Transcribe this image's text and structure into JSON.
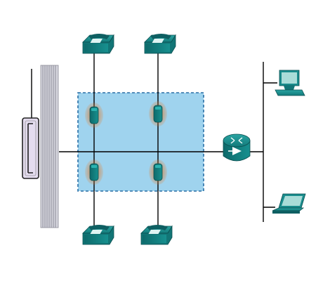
{
  "diagram": {
    "colors": {
      "zone_fill": "#9fd3ee",
      "zone_border": "#2a6fa6",
      "device_teal": "#1a8c8c",
      "device_teal_dark": "#0e5f62",
      "adapter_glow": "#e07a2a",
      "line": "#000000",
      "patch_panel": "#c8c8d0",
      "pbx_body": "#e4dcee"
    },
    "devices": [
      {
        "id": "pbx",
        "icon": "pbx-icon"
      },
      {
        "id": "patch-panel",
        "icon": "patch-panel-icon"
      },
      {
        "id": "router",
        "icon": "router-icon"
      },
      {
        "id": "switch-bus",
        "icon": "lan-segment"
      },
      {
        "id": "ip-phone-top-left",
        "icon": "ip-phone-icon"
      },
      {
        "id": "ip-phone-top-right",
        "icon": "ip-phone-icon"
      },
      {
        "id": "ip-phone-bottom-left",
        "icon": "ip-phone-icon"
      },
      {
        "id": "ip-phone-bottom-right",
        "icon": "ip-phone-icon"
      },
      {
        "id": "desktop-pc",
        "icon": "desktop-pc-icon"
      },
      {
        "id": "laptop",
        "icon": "laptop-icon"
      },
      {
        "id": "adapter-1",
        "icon": "voice-adapter-icon"
      },
      {
        "id": "adapter-2",
        "icon": "voice-adapter-icon"
      },
      {
        "id": "adapter-3",
        "icon": "voice-adapter-icon"
      },
      {
        "id": "adapter-4",
        "icon": "voice-adapter-icon"
      }
    ],
    "zone": {
      "style": "dashed-border",
      "name": "gateway-zone"
    }
  }
}
